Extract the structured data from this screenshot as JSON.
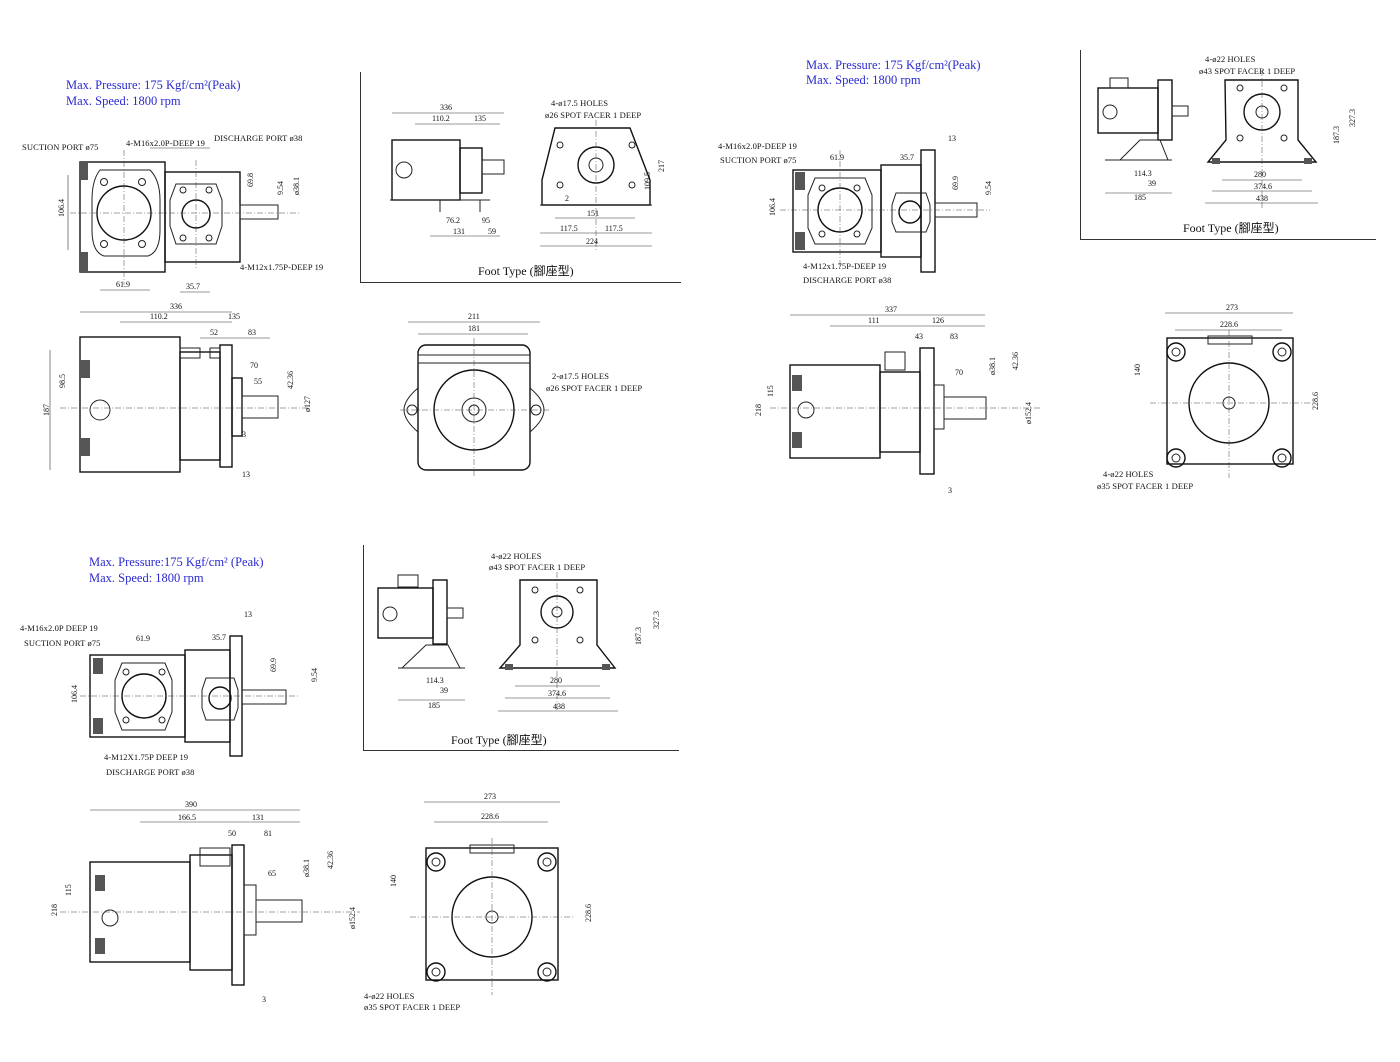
{
  "blocks": [
    {
      "id": "b1",
      "spec": {
        "pressure": "Max. Pressure: 175 Kgf/cm²(Peak)",
        "speed": "Max.   Speed: 1800 rpm"
      },
      "labels": {
        "suction": "SUCTION PORT  ø75",
        "m16": "4-M16x2.0P-DEEP 19",
        "discharge": "DISCHARGE PORT ø38",
        "m12": "4-M12x1.75P-DEEP 19",
        "holes_foot": "4-ø17.5 HOLES",
        "spot_foot": "ø26 SPOT FACER 1 DEEP",
        "holes_flange": "2-ø17.5 HOLES",
        "spot_flange": "ø26 SPOT FACER 1 DEEP",
        "foot_caption": "Foot Type (腳座型)"
      },
      "dims": {
        "front": [
          "106.4",
          "61.9",
          "35.7",
          "69.8",
          "9.54",
          "ø38.1"
        ],
        "side": [
          "336",
          "110.2",
          "135",
          "52",
          "83",
          "70",
          "55",
          "3",
          "13",
          "187",
          "98.5",
          "42.36",
          "ø127"
        ],
        "foot_side": [
          "336",
          "110.2",
          "135",
          "76.2",
          "95",
          "131",
          "59"
        ],
        "foot_front": [
          "217",
          "109.5",
          "2",
          "151",
          "117.5",
          "117.5",
          "224"
        ],
        "flange": [
          "211",
          "181"
        ]
      }
    },
    {
      "id": "b2",
      "spec": {
        "pressure": "Max. Pressure: 175 Kgf/cm²(Peak)",
        "speed": "Max.   Speed: 1800 rpm"
      },
      "labels": {
        "m16": "4-M16x2.0P-DEEP 19",
        "suction": "SUCTION PORT ø75",
        "m12": "4-M12x1.75P-DEEP 19",
        "discharge": "DISCHARGE PORT ø38",
        "holes_foot": "4-ø22 HOLES",
        "spot_foot": "ø43 SPOT FACER 1 DEEP",
        "holes_flange": "4-ø22 HOLES",
        "spot_flange": "ø35 SPOT FACER 1 DEEP",
        "foot_caption": "Foot Type (腳座型)"
      },
      "dims": {
        "front": [
          "13",
          "61.9",
          "35.7",
          "106.4",
          "69.9",
          "9.54"
        ],
        "side": [
          "337",
          "111",
          "126",
          "43",
          "83",
          "70",
          "ø38.1",
          "42.36",
          "ø152.4",
          "218",
          "115",
          "3"
        ],
        "foot": [
          "114.3",
          "39",
          "185",
          "280",
          "374.6",
          "438",
          "187.3",
          "327.3"
        ],
        "flange": [
          "273",
          "228.6",
          "140",
          "228.6"
        ]
      }
    },
    {
      "id": "b3",
      "spec": {
        "pressure": "Max. Pressure:175 Kgf/cm² (Peak)",
        "speed": "Max.   Speed: 1800 rpm"
      },
      "labels": {
        "m16": "4-M16x2.0P  DEEP 19",
        "suction": "SUCTION PORT ø75",
        "m12": "4-M12X1.75P  DEEP 19",
        "discharge": "DISCHARGE PORT ø38",
        "holes_foot": "4-ø22 HOLES",
        "spot_foot": "ø43 SPOT FACER 1 DEEP",
        "holes_flange": "4-ø22 HOLES",
        "spot_flange": "ø35 SPOT FACER 1 DEEP",
        "foot_caption": "Foot Type (腳座型)"
      },
      "dims": {
        "front": [
          "13",
          "61.9",
          "35.7",
          "106.4",
          "69.9",
          "9.54"
        ],
        "side": [
          "390",
          "166.5",
          "131",
          "50",
          "81",
          "65",
          "ø38.1",
          "42.36",
          "ø152.4",
          "218",
          "115",
          "3"
        ],
        "foot": [
          "114.3",
          "39",
          "185",
          "280",
          "374.6",
          "438",
          "187.3",
          "327.3"
        ],
        "flange": [
          "273",
          "228.6",
          "140",
          "228.6"
        ]
      }
    }
  ]
}
